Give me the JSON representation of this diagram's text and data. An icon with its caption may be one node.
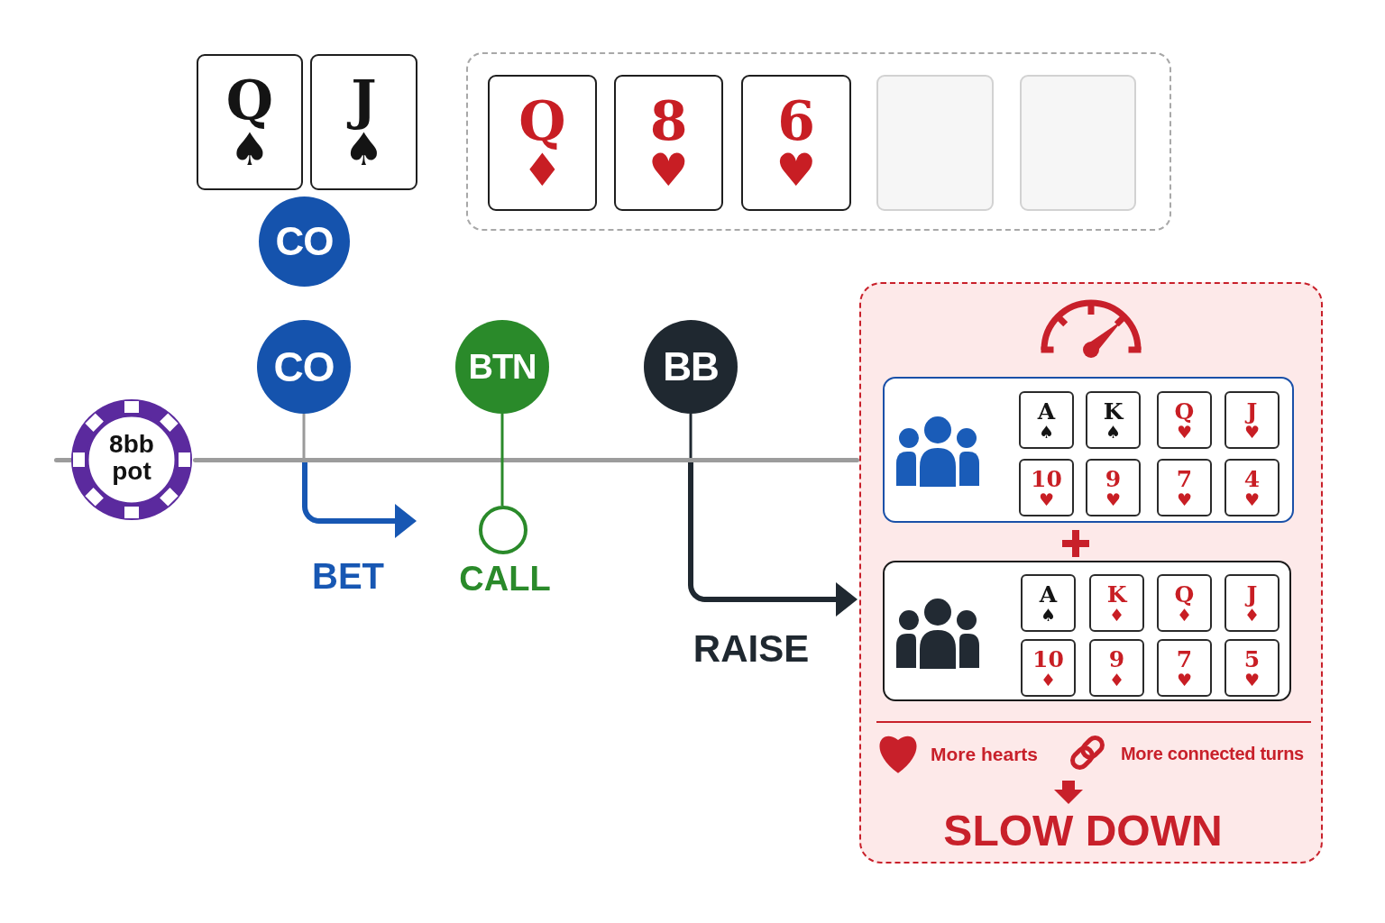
{
  "diagram": {
    "nodes": [
      {
        "text": [
          "Q",
          "♠"
        ]
      },
      {
        "text": [
          "J",
          "♠"
        ]
      },
      {
        "text": [],
        "shape": "box"
      },
      {
        "text": [
          "Q",
          "♦"
        ],
        "in": 2
      },
      {
        "text": [
          "8",
          "♥"
        ],
        "in": 2
      },
      {
        "text": [
          "6",
          "♥"
        ],
        "in": 2
      },
      {
        "text": [],
        "shape": "box",
        "in": 2
      },
      {
        "text": [],
        "shape": "box",
        "in": 2
      },
      {
        "text": [
          "CO"
        ]
      },
      {
        "text": [],
        "shape": "bar"
      },
      {
        "text": [
          "8bb pot"
        ]
      },
      {
        "text": [
          "CO"
        ]
      },
      {
        "text": [
          "BTN"
        ]
      },
      {
        "text": [
          "BB"
        ]
      },
      {
        "text": [],
        "shape": "circle",
        "beside": [
          "CALL"
        ]
      },
      {
        "text": [
          "More hearts",
          "More connected turns",
          "SLOW DOWN"
        ]
      },
      {
        "text": [],
        "shape": "box",
        "in": 15
      },
      {
        "text": [
          "A",
          "♠"
        ],
        "in": 16
      },
      {
        "text": [
          "K",
          "♠"
        ],
        "in": 16
      },
      {
        "text": [
          "Q",
          "♥"
        ],
        "in": 16
      },
      {
        "text": [
          "J",
          "♥"
        ],
        "in": 16
      },
      {
        "text": [
          "10",
          "♥"
        ],
        "in": 16
      },
      {
        "text": [
          "9",
          "♥"
        ],
        "in": 16
      },
      {
        "text": [
          "7",
          "♥"
        ],
        "in": 16
      },
      {
        "text": [
          "4",
          "♥"
        ],
        "in": 16
      },
      {
        "text": [],
        "shape": "box",
        "in": 15
      },
      {
        "text": [
          "A",
          "♠"
        ],
        "in": 25
      },
      {
        "text": [
          "K",
          "♦"
        ],
        "in": 25
      },
      {
        "text": [
          "Q",
          "♦"
        ],
        "in": 25
      },
      {
        "text": [
          "J",
          "♦"
        ],
        "in": 25
      },
      {
        "text": [
          "10",
          "♦"
        ],
        "in": 25
      },
      {
        "text": [
          "9",
          "♦"
        ],
        "in": 25
      },
      {
        "text": [
          "7",
          "♥"
        ],
        "in": 25
      },
      {
        "text": [
          "5",
          "♥"
        ],
        "in": 25
      }
    ],
    "edges": [
      {
        "from": 11,
        "to": 9,
        "arrow": "none",
        "color": "#9a9a9a"
      },
      {
        "from": 12,
        "to": 14,
        "arrow": "none",
        "color": "#2a8a2a"
      },
      {
        "from": 13,
        "to": 9,
        "arrow": "none",
        "color": "#1f2830"
      },
      {
        "from": 9,
        "to": null,
        "arrow": "to",
        "label": "BET",
        "style": "thick",
        "color": "#1757b3"
      },
      {
        "from": 9,
        "to": 15,
        "arrow": "to",
        "label": "RAISE",
        "style": "thick",
        "color": "#1f2830"
      }
    ]
  }
}
